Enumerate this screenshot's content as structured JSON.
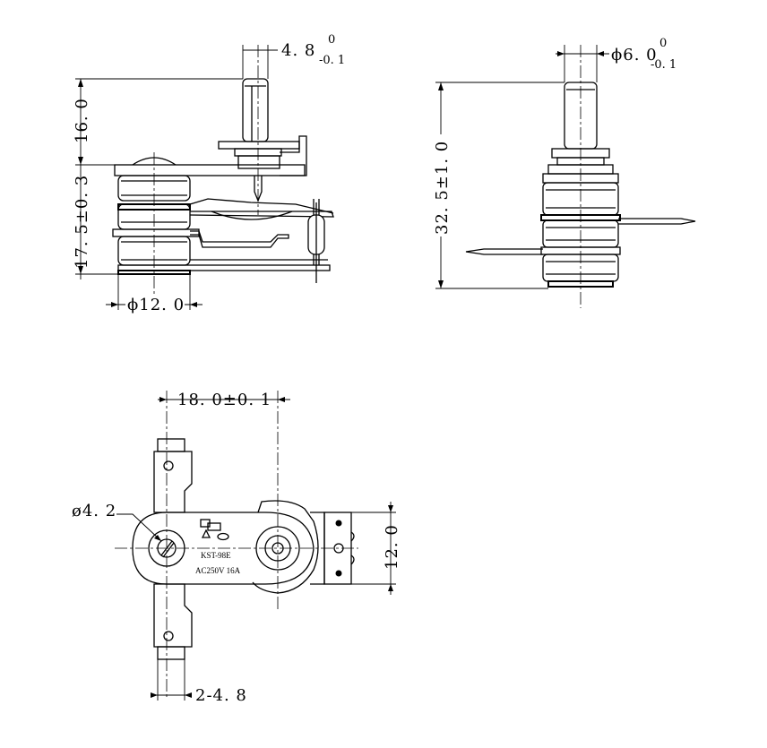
{
  "dimensions": {
    "side_shaft_dia": "4. 8",
    "side_shaft_tol_upper": "0",
    "side_shaft_tol_lower": "-0. 1",
    "side_shaft_length": "16. 0",
    "side_body_height": "17. 5±0. 3",
    "side_base_dia": "ϕ12. 0",
    "front_shaft_dia": "ϕ6. 0",
    "front_shaft_tol_upper": "0",
    "front_shaft_tol_lower": "-0. 1",
    "front_height": "32. 5±1. 0",
    "top_center_distance": "18. 0±0. 1",
    "top_hole_dia": "ø4. 2",
    "top_width": "12. 0",
    "top_tab_width": "2-4. 8"
  },
  "label": {
    "model": "KST-98E",
    "rating": "AC250V  16A"
  }
}
